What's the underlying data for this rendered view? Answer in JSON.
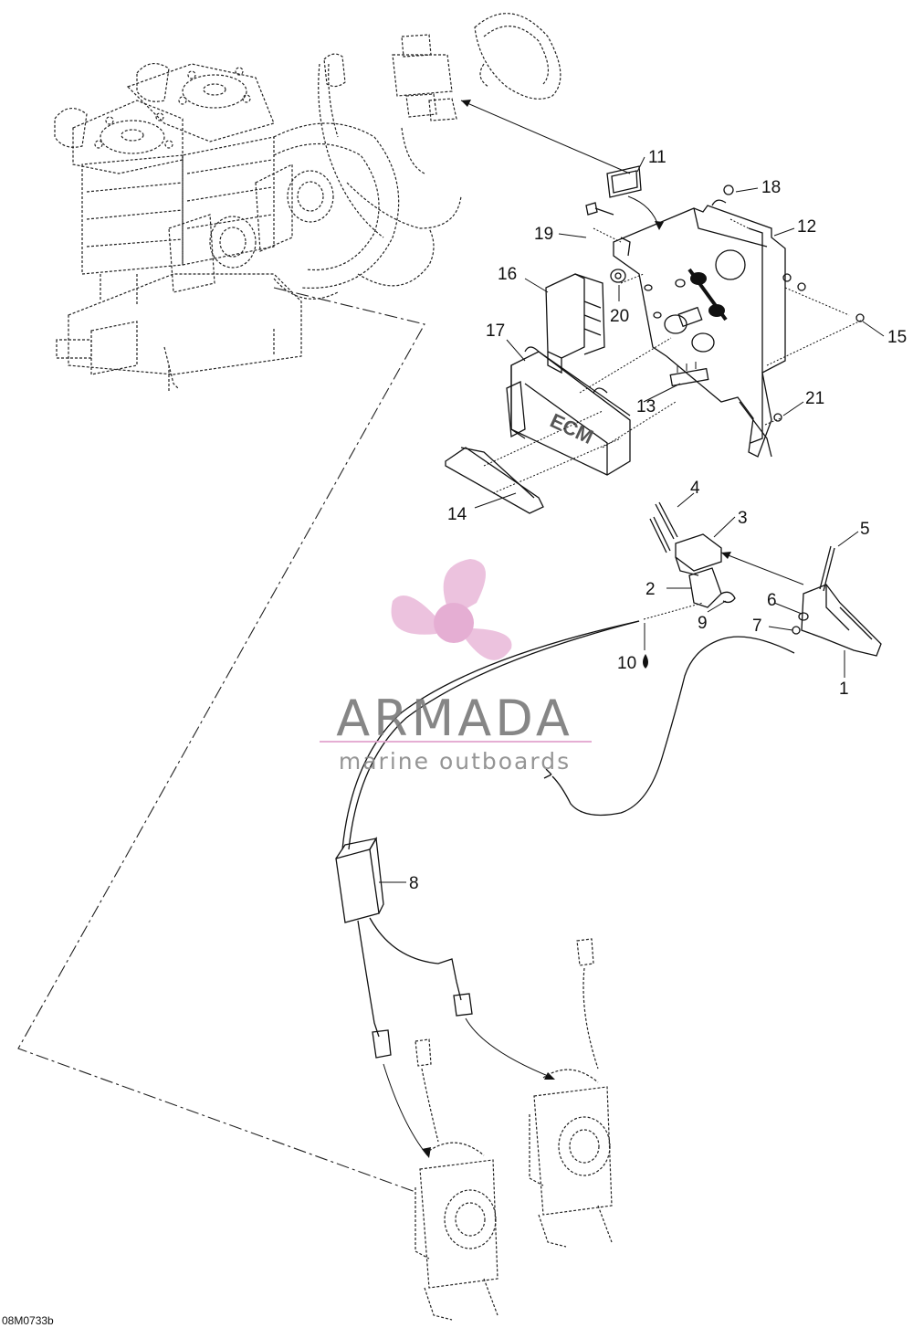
{
  "diagram_code": "08M0733b",
  "watermark": {
    "title": "ARMADA",
    "subtitle": "marine outboards",
    "color_pink": "#e3a6cf",
    "color_grey": "#808080"
  },
  "callouts": [
    {
      "id": "1",
      "text": "1"
    },
    {
      "id": "2",
      "text": "2"
    },
    {
      "id": "3",
      "text": "3"
    },
    {
      "id": "4",
      "text": "4"
    },
    {
      "id": "5",
      "text": "5"
    },
    {
      "id": "6",
      "text": "6"
    },
    {
      "id": "7",
      "text": "7"
    },
    {
      "id": "8",
      "text": "8"
    },
    {
      "id": "9",
      "text": "9"
    },
    {
      "id": "10",
      "text": "10"
    },
    {
      "id": "11",
      "text": "11"
    },
    {
      "id": "12",
      "text": "12"
    },
    {
      "id": "13",
      "text": "13"
    },
    {
      "id": "14",
      "text": "14"
    },
    {
      "id": "15",
      "text": "15"
    },
    {
      "id": "16",
      "text": "16"
    },
    {
      "id": "17",
      "text": "17"
    },
    {
      "id": "18",
      "text": "18"
    },
    {
      "id": "19",
      "text": "19"
    },
    {
      "id": "20",
      "text": "20"
    },
    {
      "id": "21",
      "text": "21"
    }
  ]
}
